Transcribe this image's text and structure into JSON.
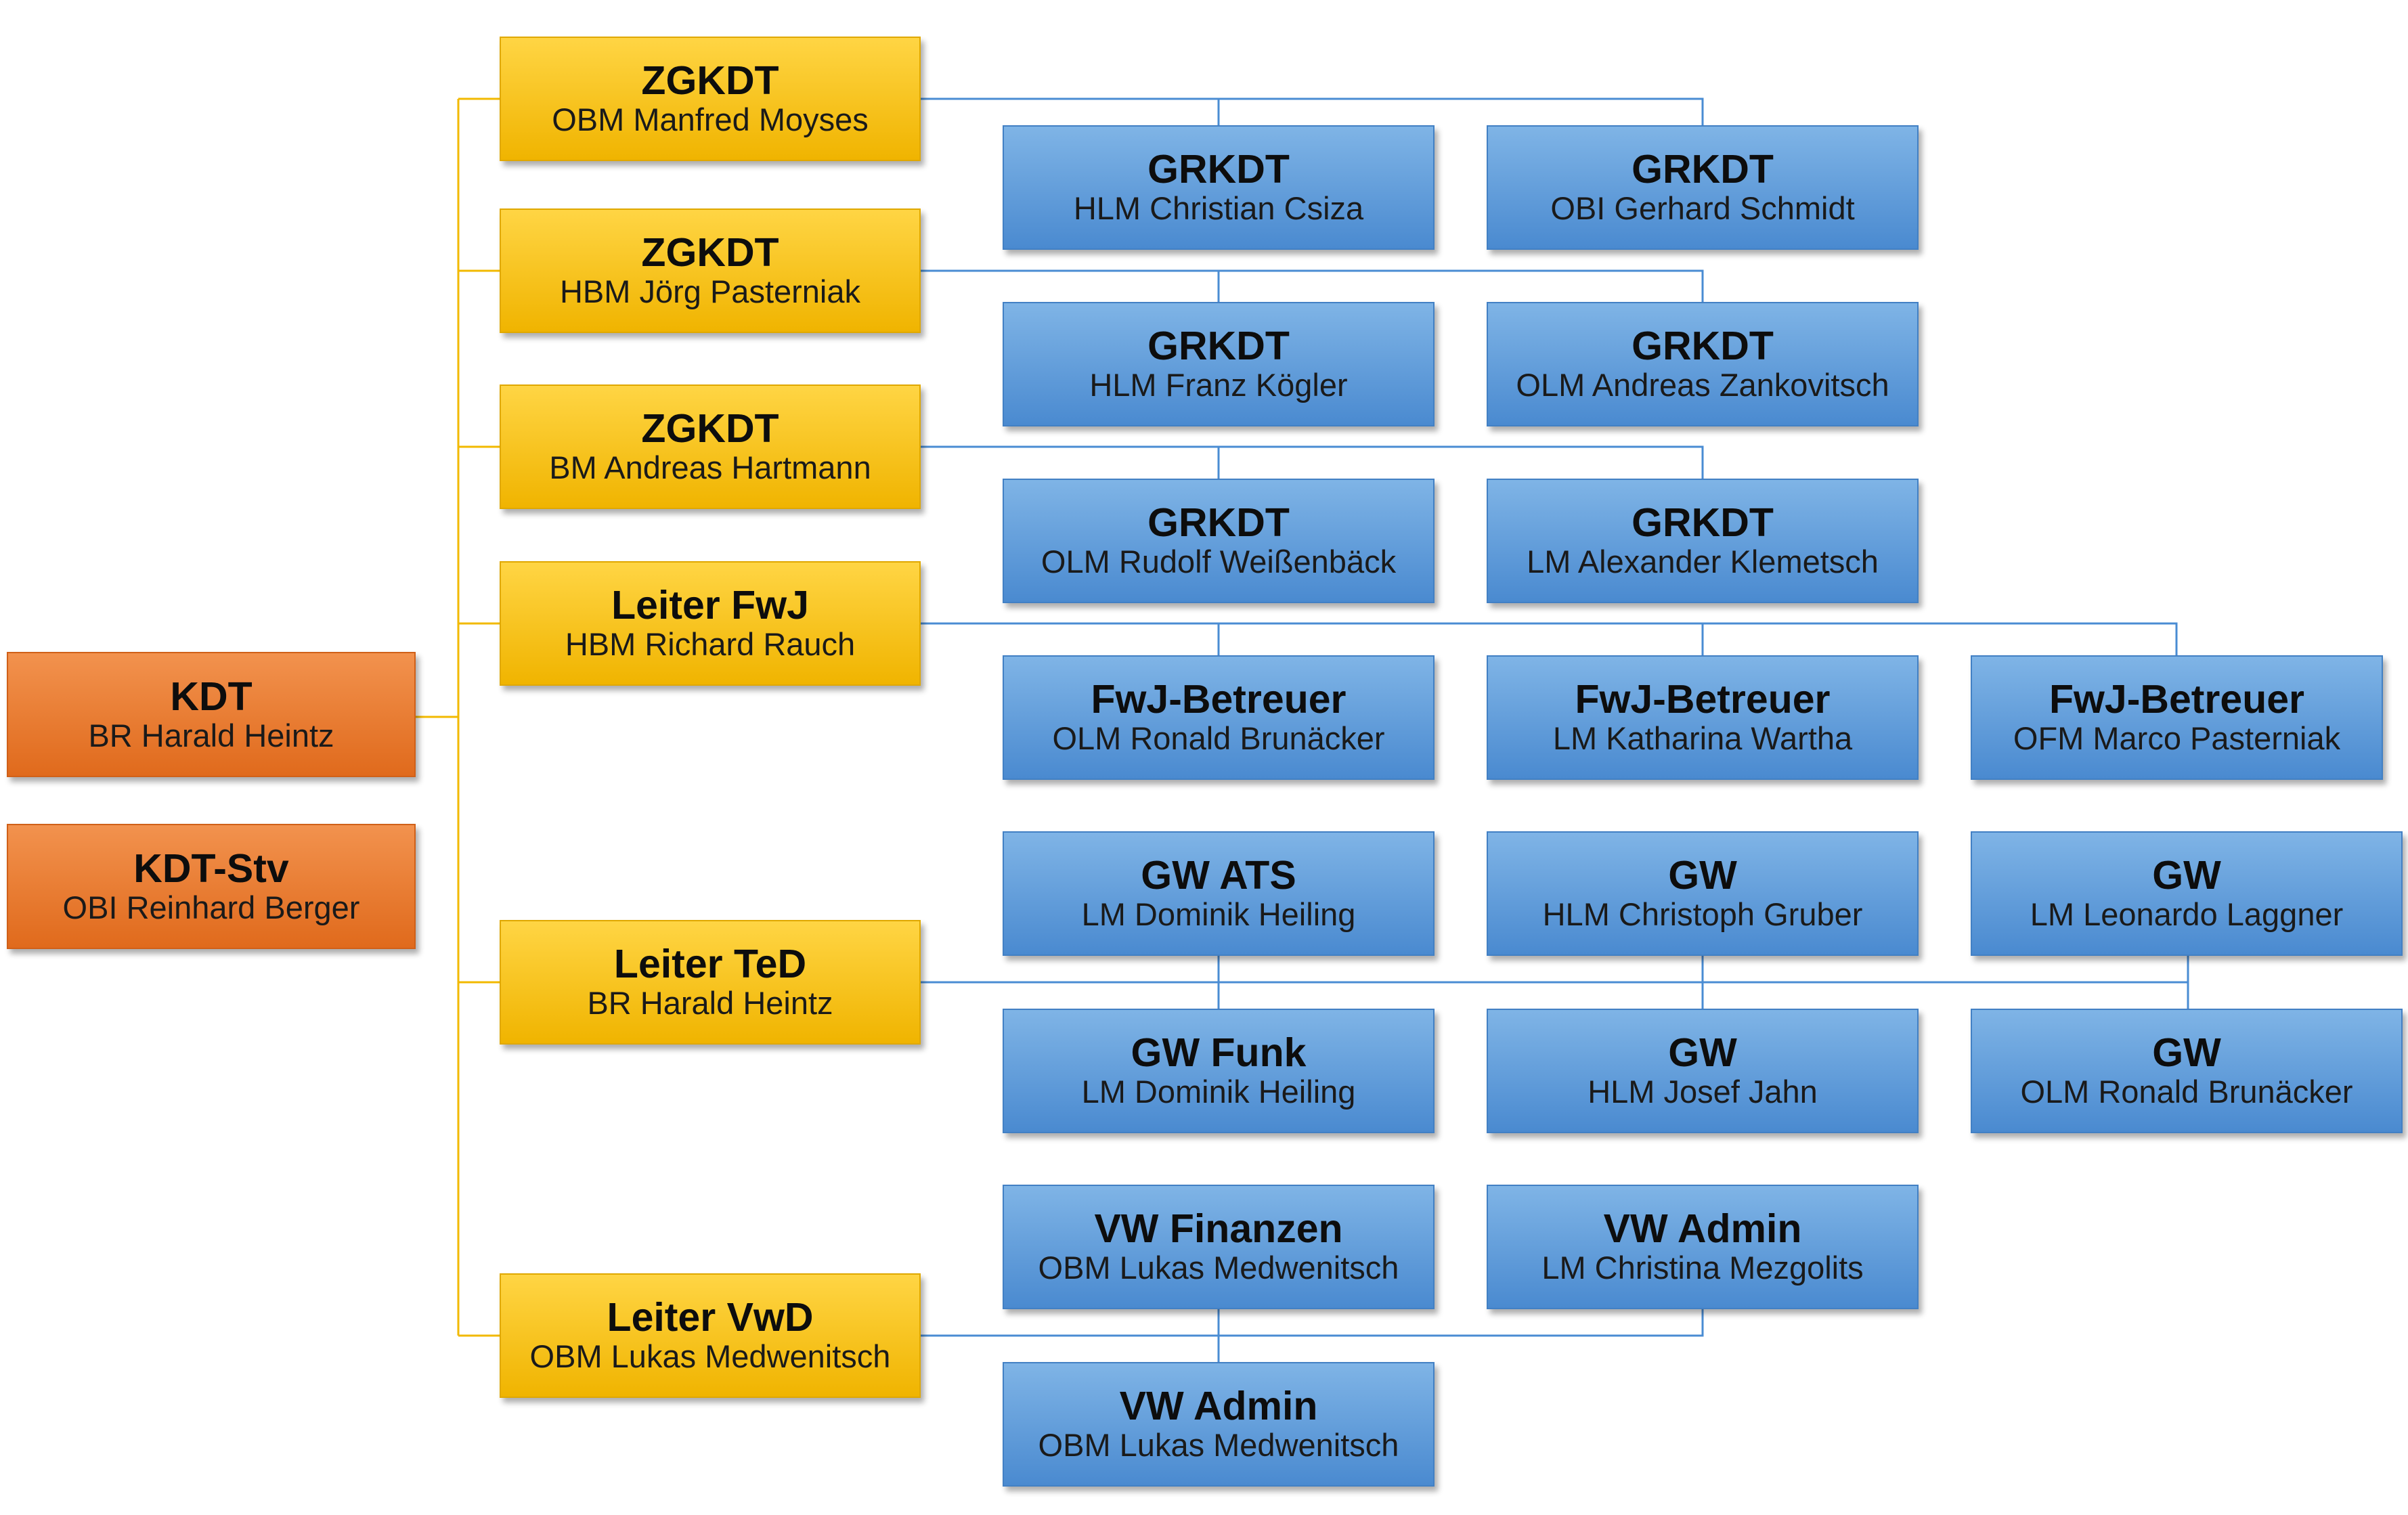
{
  "nodes": {
    "kdt": {
      "title": "KDT",
      "name": "BR Harald Heintz"
    },
    "kdt_stv": {
      "title": "KDT-Stv",
      "name": "OBI Reinhard Berger"
    },
    "zgkdt_1": {
      "title": "ZGKDT",
      "name": "OBM Manfred Moyses"
    },
    "zgkdt_2": {
      "title": "ZGKDT",
      "name": "HBM Jörg Pasterniak"
    },
    "zgkdt_3": {
      "title": "ZGKDT",
      "name": "BM Andreas Hartmann"
    },
    "leiter_fwj": {
      "title": "Leiter FwJ",
      "name": "HBM Richard Rauch"
    },
    "leiter_ted": {
      "title": "Leiter TeD",
      "name": "BR Harald Heintz"
    },
    "leiter_vwd": {
      "title": "Leiter VwD",
      "name": "OBM Lukas Medwenitsch"
    },
    "grkdt_1a": {
      "title": "GRKDT",
      "name": "HLM Christian Csiza"
    },
    "grkdt_1b": {
      "title": "GRKDT",
      "name": "OBI Gerhard Schmidt"
    },
    "grkdt_2a": {
      "title": "GRKDT",
      "name": "HLM Franz Kögler"
    },
    "grkdt_2b": {
      "title": "GRKDT",
      "name": "OLM Andreas Zankovitsch"
    },
    "grkdt_3a": {
      "title": "GRKDT",
      "name": "OLM Rudolf Weißenbäck"
    },
    "grkdt_3b": {
      "title": "GRKDT",
      "name": "LM Alexander Klemetsch"
    },
    "fwj_1": {
      "title": "FwJ-Betreuer",
      "name": "OLM Ronald Brunäcker"
    },
    "fwj_2": {
      "title": "FwJ-Betreuer",
      "name": "LM Katharina Wartha"
    },
    "fwj_3": {
      "title": "FwJ-Betreuer",
      "name": "OFM Marco Pasterniak"
    },
    "gw_ats": {
      "title": "GW ATS",
      "name": "LM Dominik Heiling"
    },
    "gw_gruber": {
      "title": "GW",
      "name": "HLM Christoph Gruber"
    },
    "gw_laggner": {
      "title": "GW",
      "name": "LM Leonardo Laggner"
    },
    "gw_funk": {
      "title": "GW Funk",
      "name": "LM Dominik Heiling"
    },
    "gw_jahn": {
      "title": "GW",
      "name": "HLM Josef Jahn"
    },
    "gw_brunaecker": {
      "title": "GW",
      "name": "OLM Ronald Brunäcker"
    },
    "vw_finanzen": {
      "title": "VW Finanzen",
      "name": "OBM Lukas Medwenitsch"
    },
    "vw_admin_1": {
      "title": "VW Admin",
      "name": "LM Christina Mezgolits"
    },
    "vw_admin_2": {
      "title": "VW Admin",
      "name": "OBM Lukas Medwenitsch"
    }
  },
  "colors": {
    "orange": "#e8782e",
    "yellow": "#fcc51a",
    "blue": "#5d9ad9",
    "connector_yellow": "#f2b900",
    "connector_blue": "#4a8cd3"
  }
}
